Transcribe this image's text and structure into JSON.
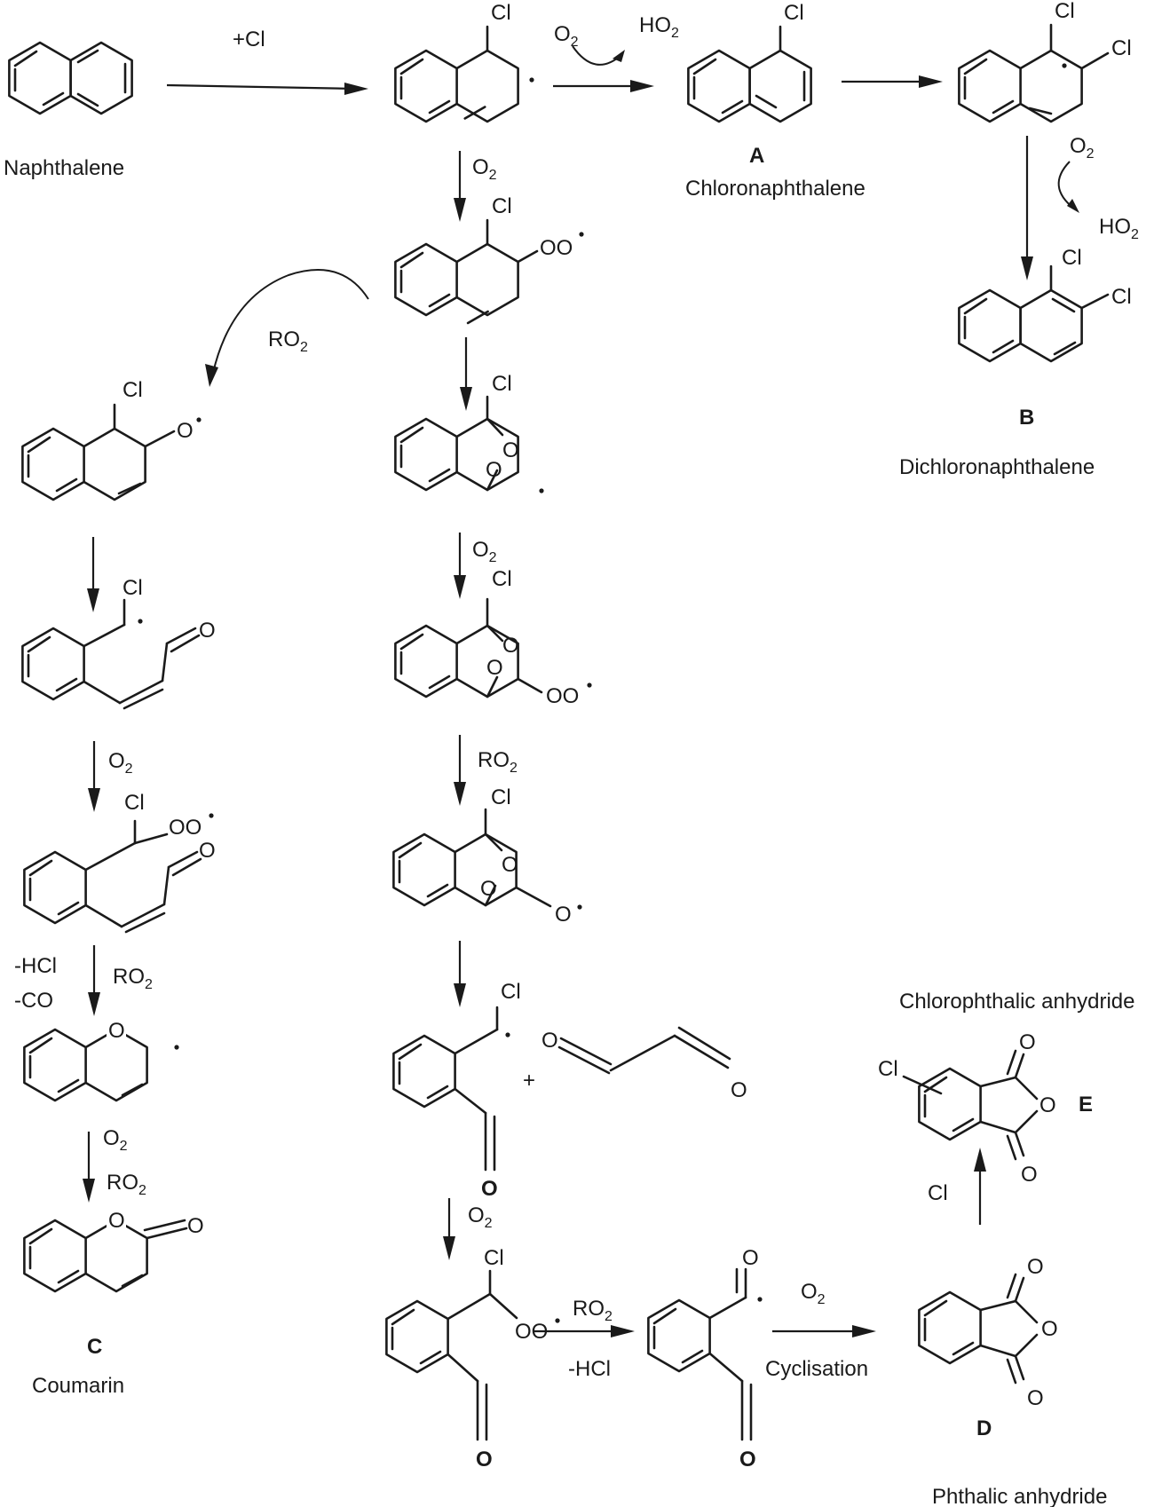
{
  "labels": {
    "naphthalene": "Naphthalene",
    "chloronaphthalene": "Chloronaphthalene",
    "dichloronaphthalene": "Dichloronaphthalene",
    "coumarin": "Coumarin",
    "phthalic_anhydride": "Phthalic anhydride",
    "chlorophthalic_anhydride": "Chlorophthalic anhydride",
    "letter_a": "A",
    "letter_b": "B",
    "letter_c": "C",
    "letter_d": "D",
    "letter_e": "E"
  },
  "reagents": {
    "plus_cl": "+Cl",
    "o2": "O",
    "o2_sub": "2",
    "ho2": "HO",
    "ro2": "RO",
    "minus_hcl": "-HCl",
    "minus_co": "-CO",
    "cl": "Cl",
    "cyclisation": "Cyclisation",
    "plus": "+"
  },
  "atoms": {
    "cl": "Cl",
    "o": "O",
    "oo": "OO"
  }
}
